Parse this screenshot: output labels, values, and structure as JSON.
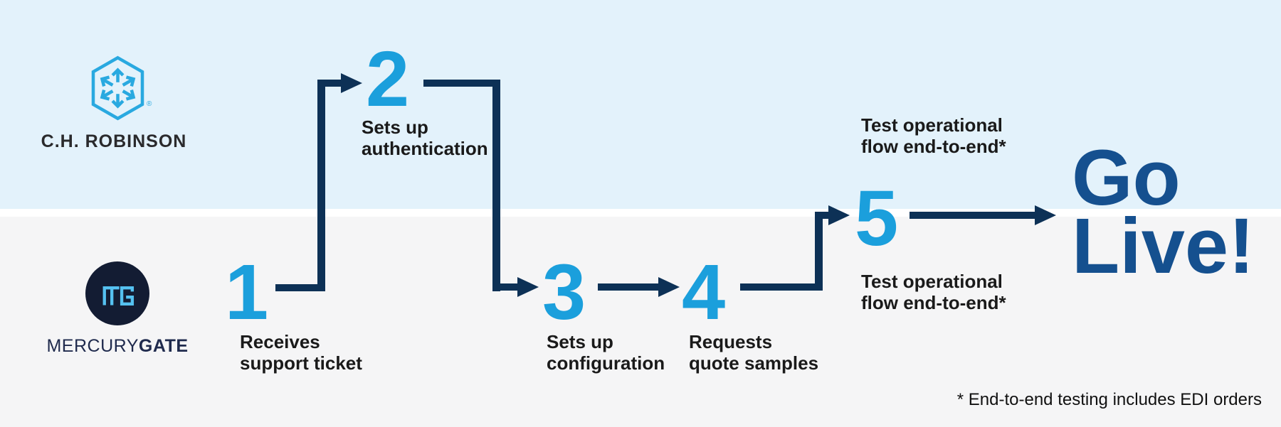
{
  "palette": {
    "top_bg": "#E3F2FB",
    "bottom_bg": "#F5F5F6",
    "divider": "#FFFFFF",
    "arrow": "#0D3156",
    "step_number": "#1B9FDC",
    "go_live": "#15508F",
    "label": "#1A1A1A",
    "chr_logo_blue": "#29A9E0",
    "chr_logo_text": "#2A2A2C",
    "mg_circle": "#131C33",
    "mg_monogram": "#55C1F1",
    "mg_text": "#1F2A4D"
  },
  "logos": {
    "chr": {
      "name": "C.H. ROBINSON",
      "registered": "®"
    },
    "mg": {
      "prefix": "MERCURY",
      "suffix": "GATE"
    }
  },
  "steps": [
    {
      "number": "1",
      "line1": "Receives",
      "line2": "support ticket"
    },
    {
      "number": "2",
      "line1": "Sets up",
      "line2": "authentication"
    },
    {
      "number": "3",
      "line1": "Sets up",
      "line2": "configuration"
    },
    {
      "number": "4",
      "line1": "Requests",
      "line2": "quote samples"
    },
    {
      "number": "5"
    }
  ],
  "test_label": {
    "line1": "Test operational",
    "line2": "flow end-to-end*"
  },
  "finale": {
    "line1": "Go",
    "line2": "Live!"
  },
  "footnote": "* End-to-end testing includes EDI orders"
}
